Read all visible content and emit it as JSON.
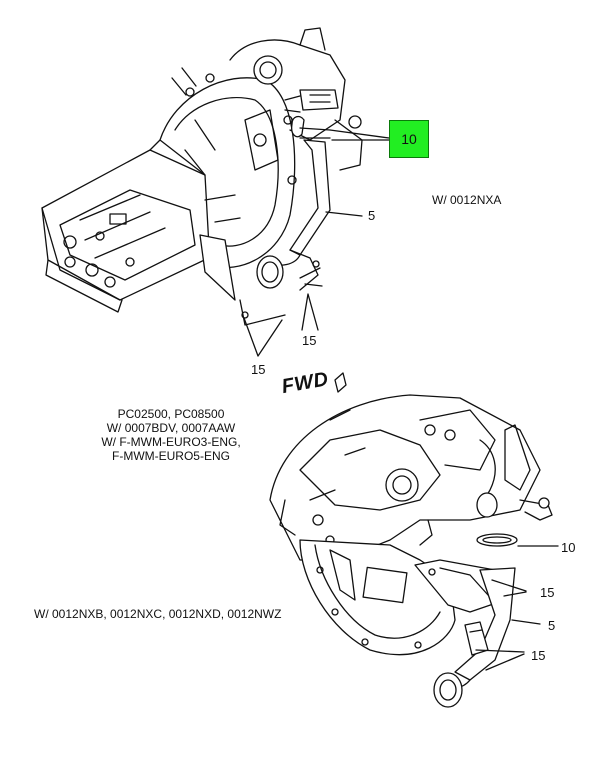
{
  "diagram": {
    "upper": {
      "variant_label": "W/ 0012NXA",
      "callout_highlighted": "10",
      "callout_pipe": "5",
      "callout_bracket_right": "15",
      "callout_bracket_left": "15"
    },
    "middle": {
      "direction_label": "FWD",
      "notes": [
        "PC02500, PC08500",
        "W/ 0007BDV, 0007AAW",
        "W/ F-MWM-EURO3-ENG,",
        "F-MWM-EURO5-ENG"
      ]
    },
    "lower": {
      "variant_label": "W/ 0012NXB, 0012NXC, 0012NXD, 0012NWZ",
      "callout_clamp": "10",
      "callout_bracket_upper": "15",
      "callout_pipe": "5",
      "callout_bracket_lower": "15"
    },
    "highlight_color": "#22ee22"
  }
}
